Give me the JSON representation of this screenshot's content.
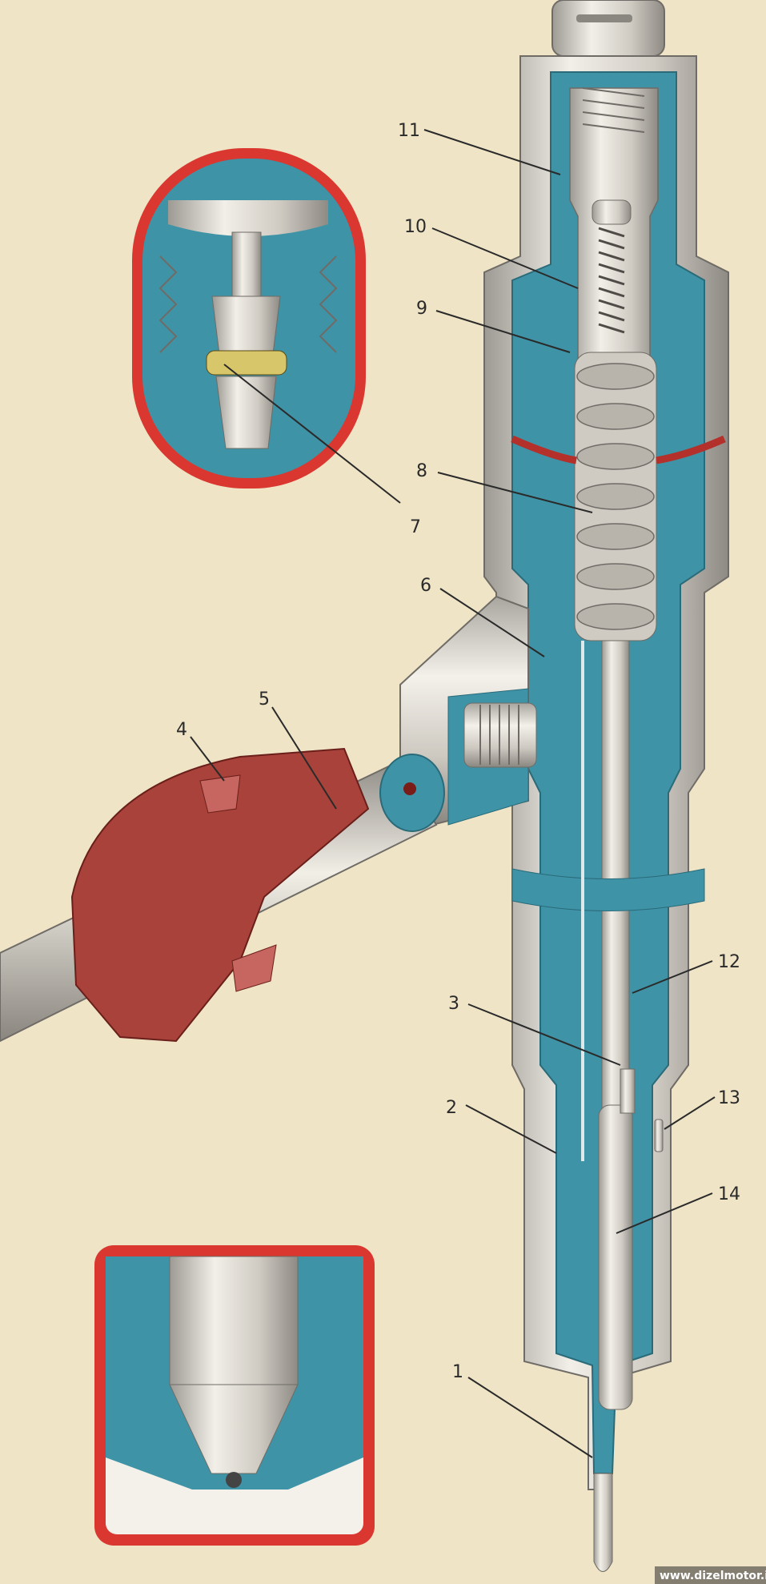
{
  "diagram": {
    "callouts": [
      {
        "id": "1",
        "label": "1"
      },
      {
        "id": "2",
        "label": "2"
      },
      {
        "id": "3",
        "label": "3"
      },
      {
        "id": "4",
        "label": "4"
      },
      {
        "id": "5",
        "label": "5"
      },
      {
        "id": "6",
        "label": "6"
      },
      {
        "id": "7",
        "label": "7"
      },
      {
        "id": "8",
        "label": "8"
      },
      {
        "id": "9",
        "label": "9"
      },
      {
        "id": "10",
        "label": "10"
      },
      {
        "id": "11",
        "label": "11"
      },
      {
        "id": "12",
        "label": "12"
      },
      {
        "id": "13",
        "label": "13"
      },
      {
        "id": "14",
        "label": "14"
      }
    ],
    "watermark": "www.dizelmotor.in",
    "colors": {
      "background": "#efe4c6",
      "fuel_blue": "#3f93a6",
      "steel": "#d6d3cb",
      "steel_shadow": "#9d9a94",
      "frame_red": "#d9372f",
      "boot_red": "#a8423a",
      "label_ink": "#2a2a2a"
    }
  }
}
